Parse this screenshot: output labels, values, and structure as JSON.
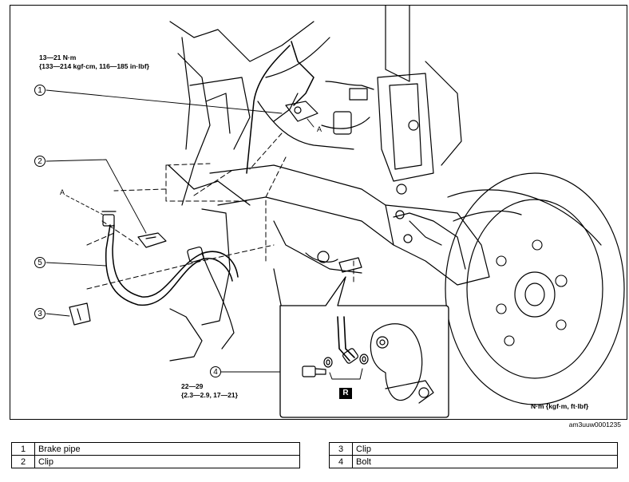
{
  "figure": {
    "torque_top_line1": "13—21 N·m",
    "torque_top_line2": "{133—214 kgf·cm, 116—185 in·lbf}",
    "torque_bolt_line1": "22—29",
    "torque_bolt_line2": "{2.3—2.9, 17—21}",
    "units_label": "N·m {kgf·m, ft·lbf}",
    "figure_id": "am3uuw0001235",
    "callouts": [
      "1",
      "2",
      "3",
      "4",
      "5"
    ],
    "detail_mark_top": "A",
    "detail_mark_left": "A",
    "replace_mark": "R"
  },
  "legend": {
    "left": [
      {
        "num": "1",
        "label": "Brake pipe"
      },
      {
        "num": "2",
        "label": "Clip"
      }
    ],
    "right": [
      {
        "num": "3",
        "label": "Clip"
      },
      {
        "num": "4",
        "label": "Bolt"
      }
    ]
  }
}
